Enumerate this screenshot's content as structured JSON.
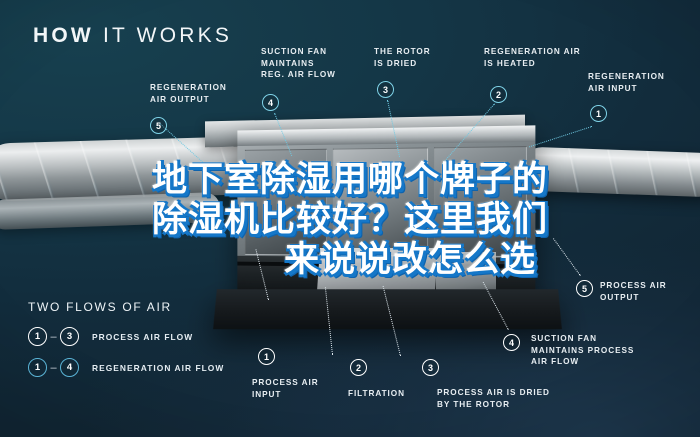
{
  "title": {
    "part1": "HOW",
    "part2": "IT WORKS",
    "full": "HOW IT WORKS"
  },
  "callouts": [
    {
      "id": "regeneration-air-output",
      "number": "5",
      "label": "REGENERATION\nAIR OUTPUT"
    },
    {
      "id": "suction-fan-reg",
      "number": "4",
      "label": "SUCTION FAN\nMAINTAINS\nREG. AIR FLOW"
    },
    {
      "id": "rotor-is-dried",
      "number": "3",
      "label": "THE ROTOR\nIS DRIED"
    },
    {
      "id": "regeneration-air-heated",
      "number": "2",
      "label": "REGENERATION AIR\nIS HEATED"
    },
    {
      "id": "regeneration-air-input",
      "number": "1",
      "label": "REGENERATION\nAIR INPUT"
    },
    {
      "id": "process-air-output",
      "number": "5",
      "label": "PROCESS AIR\nOUTPUT"
    },
    {
      "id": "suction-fan-process",
      "number": "4",
      "label": "SUCTION FAN\nMAINTAINS PROCESS\nAIR FLOW"
    },
    {
      "id": "process-air-dried",
      "number": "3",
      "label": "PROCESS AIR IS DRIED\nBY THE ROTOR"
    },
    {
      "id": "filtration",
      "number": "2",
      "label": "FILTRATION"
    },
    {
      "id": "process-air-input",
      "number": "1",
      "label": "PROCESS AIR\nINPUT"
    }
  ],
  "legend": {
    "heading": "TWO FLOWS OF AIR",
    "dash": "–",
    "rows": [
      {
        "from": "1",
        "to": "3",
        "label": "PROCESS AIR FLOW",
        "color": "#ffffff"
      },
      {
        "from": "1",
        "to": "4",
        "label": "REGENERATION AIR FLOW",
        "color": "#5ab4d6"
      }
    ]
  },
  "headline": {
    "line1": "地下室除湿用哪个牌子的",
    "line2": "除湿机比较好？这里我们",
    "line3": "来说说改怎么选",
    "text_color": "#ffffff",
    "shadow_color": "#1577c8"
  },
  "colors": {
    "background_dark": "#13313d",
    "background_navy": "#1e3348",
    "accent_cyan": "#6fc9e2",
    "accent_blue": "#5ab4d6",
    "text_light": "#e8eef2"
  }
}
